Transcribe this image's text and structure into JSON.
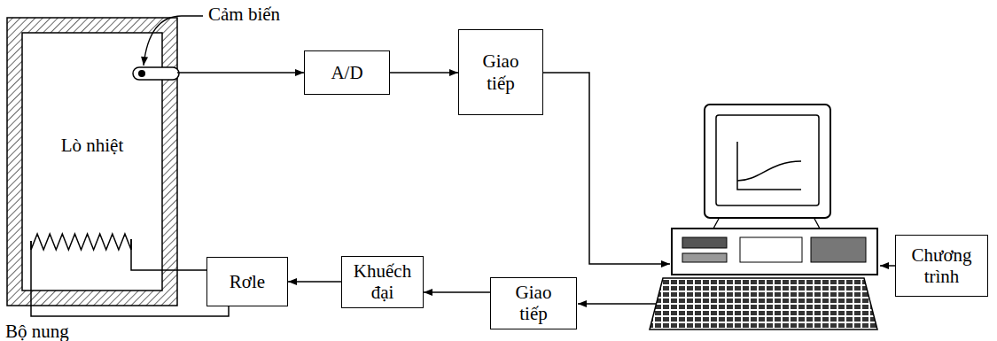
{
  "diagram": {
    "nodes": [
      {
        "text": [
          "Lò nhiệt"
        ]
      },
      {
        "text": [
          "A/D"
        ]
      },
      {
        "text": [
          "Giao tiếp"
        ]
      },
      {
        "text": [
          "Rơle"
        ]
      },
      {
        "text": [
          "Khuếch đại"
        ]
      },
      {
        "text": [
          "Giao tiếp"
        ]
      },
      {
        "text": [
          "Chương trình"
        ]
      }
    ],
    "edges": [
      {
        "from": 0,
        "to": 1,
        "arrow": "to"
      },
      {
        "from": 1,
        "to": 2,
        "arrow": "to"
      },
      {
        "from": 5,
        "to": 4,
        "arrow": "to"
      },
      {
        "from": 4,
        "to": 3,
        "arrow": "to"
      }
    ],
    "labels": [
      "Cảm biến",
      "Bộ nung"
    ]
  }
}
